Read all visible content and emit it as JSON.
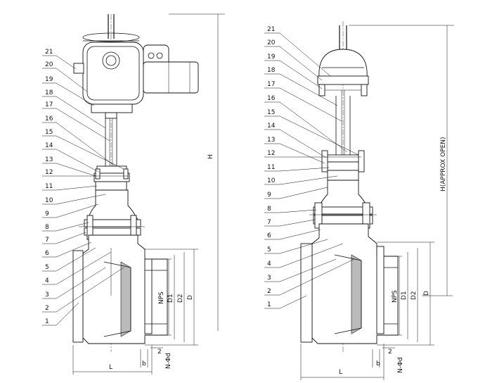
{
  "left_view": {
    "part_numbers": [
      "21",
      "20",
      "19",
      "18",
      "17",
      "16",
      "15",
      "14",
      "13",
      "12",
      "11",
      "10",
      "9",
      "8",
      "7",
      "6",
      "5",
      "4",
      "3",
      "2",
      "1"
    ],
    "dims": {
      "height": "H",
      "length": "L",
      "dia_outer": "D",
      "dia_d2": "D2",
      "dia_d1": "D1",
      "nps": "NPS",
      "flange_thk": "b",
      "raised_face": "2",
      "bolt_holes": "N-Φd"
    }
  },
  "right_view": {
    "part_numbers": [
      "21",
      "20",
      "19",
      "18",
      "17",
      "16",
      "15",
      "14",
      "13",
      "12",
      "11",
      "10",
      "9",
      "8",
      "7",
      "6",
      "5",
      "4",
      "3",
      "2",
      "1"
    ],
    "dims": {
      "height": "H(APPROX OPEN)",
      "length": "L",
      "dia_outer": "D",
      "dia_d2": "D2",
      "dia_d1": "D1",
      "nps": "NPS",
      "flange_thk": "b",
      "raised_face": "2",
      "bolt_holes": "N-Φd"
    }
  }
}
